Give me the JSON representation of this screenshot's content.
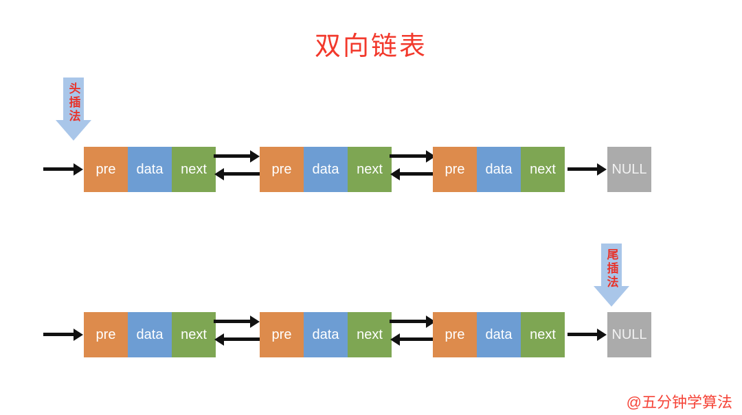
{
  "title": "双向链表",
  "annotations": {
    "head_insert": "头插法",
    "tail_insert": "尾插法"
  },
  "lists": [
    {
      "id": "top-list",
      "nodes": [
        {
          "cells": [
            "pre",
            "data",
            "next"
          ]
        },
        {
          "cells": [
            "pre",
            "data",
            "next"
          ]
        },
        {
          "cells": [
            "pre",
            "data",
            "next"
          ]
        }
      ],
      "terminator": "NULL"
    },
    {
      "id": "bottom-list",
      "nodes": [
        {
          "cells": [
            "pre",
            "data",
            "next"
          ]
        },
        {
          "cells": [
            "pre",
            "data",
            "next"
          ]
        },
        {
          "cells": [
            "pre",
            "data",
            "next"
          ]
        }
      ],
      "terminator": "NULL"
    }
  ],
  "watermark": "@五分钟学算法",
  "colors": {
    "pre_cell": "#dd8b4c",
    "data_cell": "#6d9dd3",
    "next_cell": "#7ea653",
    "null_box": "#ababab",
    "title_red": "#f2392c",
    "annotation_red": "#e8332a",
    "block_arrow_blue": "#a9c6e9",
    "pointer_black": "#111111"
  }
}
